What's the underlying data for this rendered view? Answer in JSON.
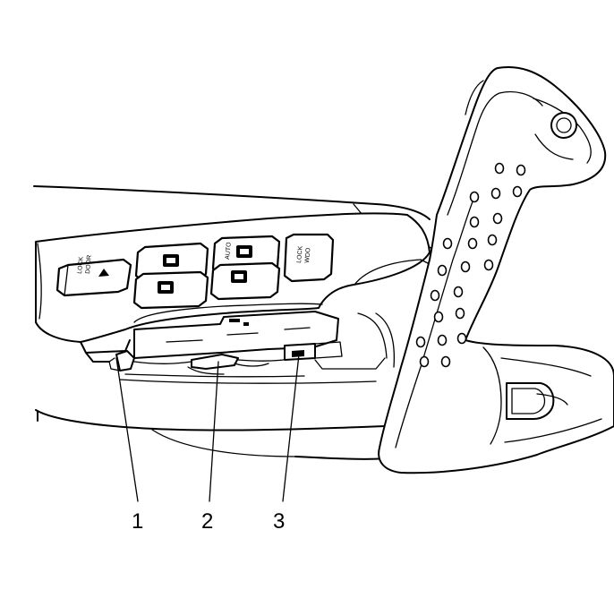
{
  "figure": {
    "callouts": [
      {
        "id": "1",
        "label": "1"
      },
      {
        "id": "2",
        "label": "2"
      },
      {
        "id": "3",
        "label": "3"
      }
    ],
    "switch_labels": {
      "door_lock_line1": "DOOR",
      "door_lock_line2": "LOCK",
      "auto": "AUTO",
      "window_lock_line1": "WDO",
      "window_lock_line2": "LOCK"
    }
  }
}
